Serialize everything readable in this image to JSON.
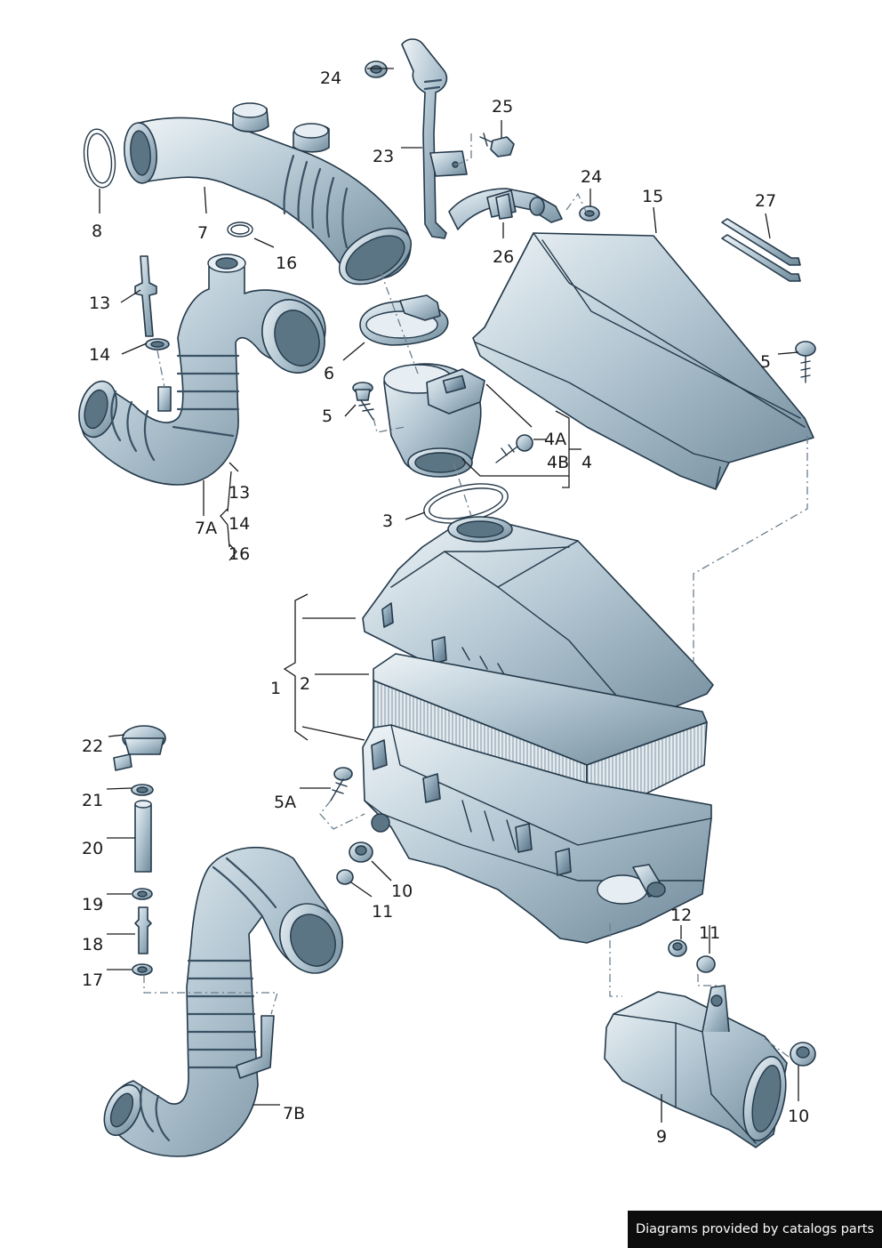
{
  "labels": {
    "l1": "1",
    "l2": "2",
    "l3": "3",
    "l4": "4",
    "l4a": "4A",
    "l4b": "4B",
    "l5a": "5",
    "l5b": "5",
    "l5c": "5A",
    "l6": "6",
    "l7": "7",
    "l7a": "7A",
    "l7b": "7B",
    "l8": "8",
    "l9": "9",
    "l10a": "10",
    "l10b": "10",
    "l11a": "11",
    "l11b": "11",
    "l12": "12",
    "l13a": "13",
    "l13b": "13",
    "l14a": "14",
    "l14b": "14",
    "l15": "15",
    "l16a": "16",
    "l16b": "16",
    "l17": "17",
    "l18": "18",
    "l19": "19",
    "l20": "20",
    "l21": "21",
    "l22": "22",
    "l23": "23",
    "l24a": "24",
    "l24b": "24",
    "l25": "25",
    "l26": "26",
    "l27": "27"
  },
  "footer": {
    "credit": "Diagrams provided by catalogs parts"
  },
  "colors": {
    "part_light": "#dfe9ef",
    "part_mid": "#8fa8b8",
    "part_dark": "#5c7585",
    "outline": "#24394a",
    "credit_bg": "#0d0d0d"
  }
}
